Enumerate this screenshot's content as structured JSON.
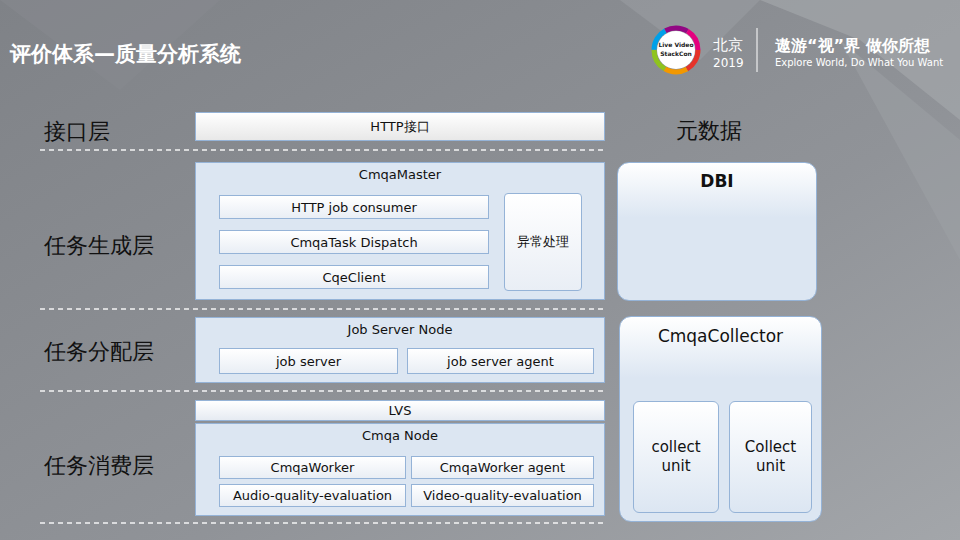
{
  "diagram": {
    "title": "评价体系—质量分析系统",
    "nodes": [
      {
        "text": [
          "HTTP接口"
        ]
      },
      {
        "text": [
          "CmqaMaster"
        ]
      },
      {
        "text": [
          "HTTP job consumer"
        ],
        "in": 1
      },
      {
        "text": [
          "CmqaTask Dispatch"
        ],
        "in": 1
      },
      {
        "text": [
          "CqeClient"
        ],
        "in": 1
      },
      {
        "text": [
          "异常处理"
        ],
        "in": 1
      },
      {
        "text": [
          "Job Server Node"
        ]
      },
      {
        "text": [
          "job server"
        ],
        "in": 6
      },
      {
        "text": [
          "job server agent"
        ],
        "in": 6
      },
      {
        "text": [
          "LVS"
        ]
      },
      {
        "text": [
          "Cmqa Node"
        ]
      },
      {
        "text": [
          "CmqaWorker"
        ],
        "in": 10
      },
      {
        "text": [
          "CmqaWorker agent"
        ],
        "in": 10
      },
      {
        "text": [
          "Audio-quality-evaluation"
        ],
        "in": 10
      },
      {
        "text": [
          "Video-quality-evaluation"
        ],
        "in": 10
      },
      {
        "text": [
          "DBI"
        ]
      },
      {
        "text": [
          "CmqaCollector"
        ]
      },
      {
        "text": [
          "collect unit"
        ],
        "in": 16
      },
      {
        "text": [
          "Collect unit"
        ],
        "in": 16
      }
    ],
    "labels": [
      "接口层",
      "任务生成层",
      "任务分配层",
      "任务消费层",
      "元数据",
      "Live Video",
      "StackCon",
      "北京",
      "2019",
      "遨游“视”界 做你所想",
      "Explore World, Do What You Want"
    ]
  }
}
